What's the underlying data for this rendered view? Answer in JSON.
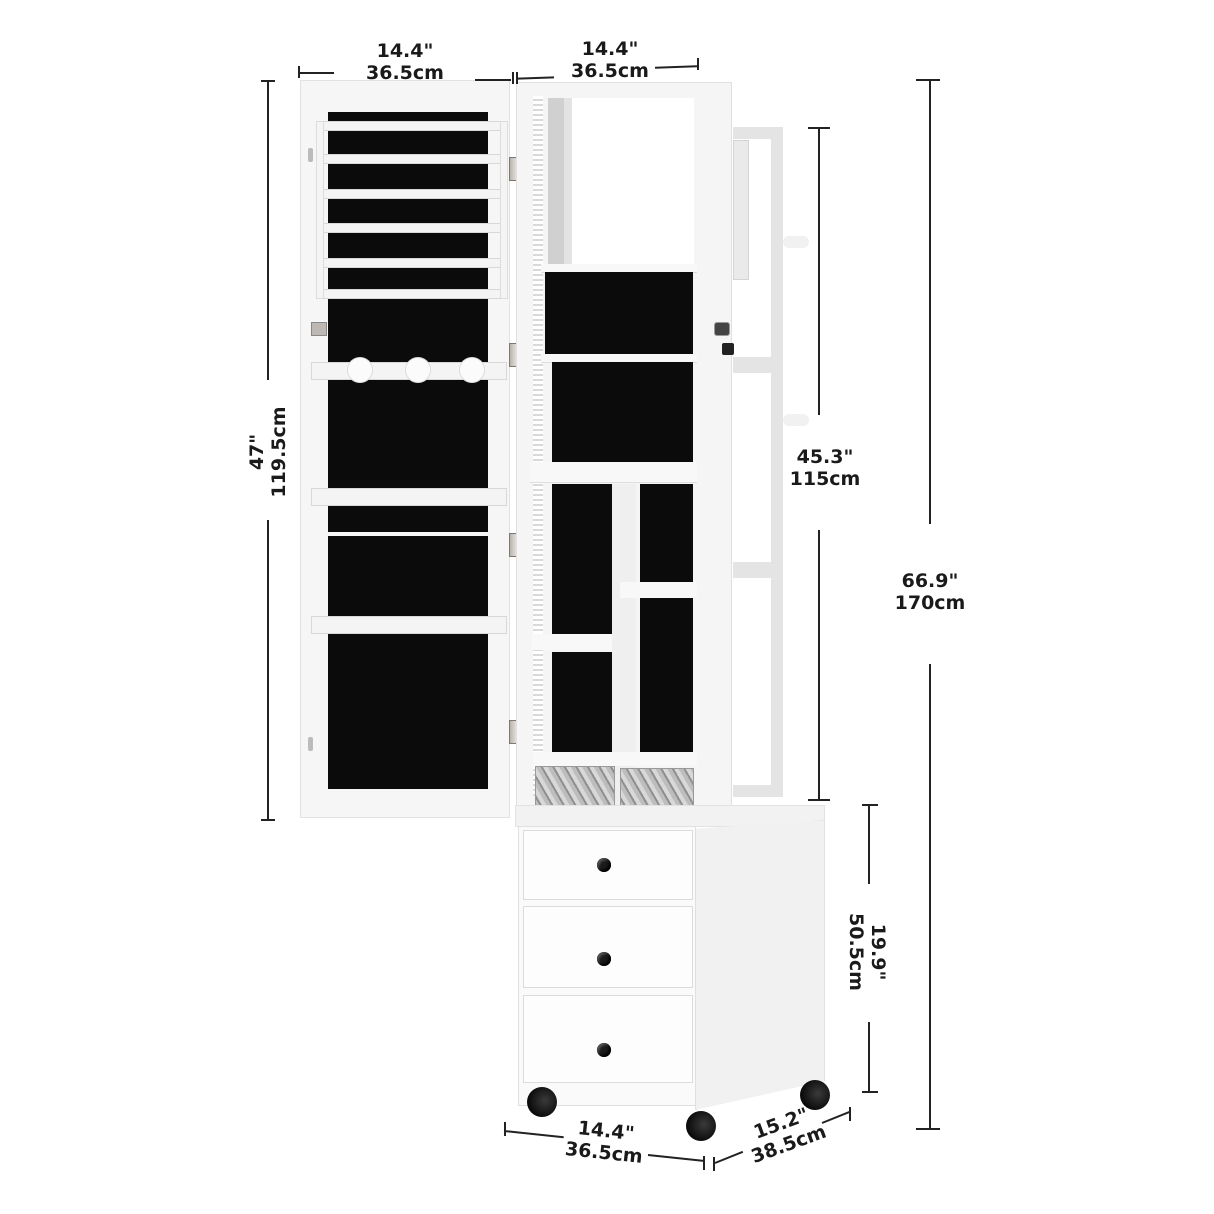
{
  "product": {
    "name": "Jewelry armoire with mirror door, coat rack and 3-drawer rolling base",
    "colors": {
      "body": "#f7f7f7",
      "lining": "#0b0b0b",
      "dimension_line": "#222222",
      "hardware": "#b9b3ad"
    }
  },
  "dimensions": {
    "door_width": {
      "inches": "14.4\"",
      "cm": "36.5cm"
    },
    "cabinet_width": {
      "inches": "14.4\"",
      "cm": "36.5cm"
    },
    "door_height": {
      "inches": "47\"",
      "cm": "119.5cm"
    },
    "rack_height": {
      "inches": "45.3\"",
      "cm": "115cm"
    },
    "total_height": {
      "inches": "66.9\"",
      "cm": "170cm"
    },
    "base_height": {
      "inches": "19.9\"",
      "cm": "50.5cm"
    },
    "base_width": {
      "inches": "14.4\"",
      "cm": "36.5cm"
    },
    "base_depth": {
      "inches": "15.2\"",
      "cm": "38.5cm"
    }
  },
  "features": {
    "earring_bars": 6,
    "door_pegs": 3,
    "necklace_hook_bars": 2,
    "drawers": 3,
    "baskets": 2,
    "casters": 4,
    "side_hooks": 2,
    "lock_icon": "padlock-key",
    "led_strip": true
  }
}
